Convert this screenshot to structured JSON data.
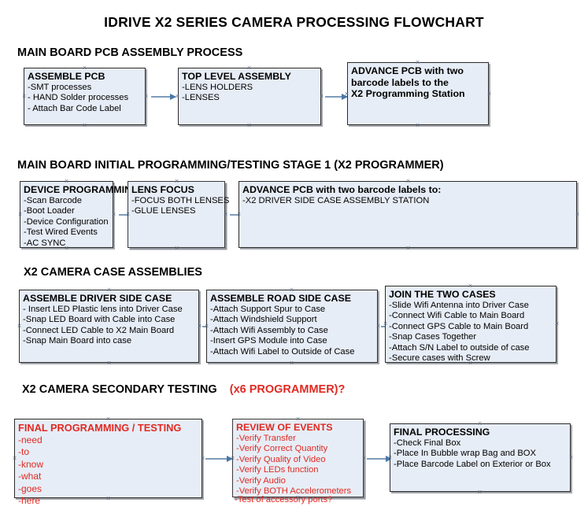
{
  "document": {
    "title": "IDRIVE X2  SERIES CAMERA PROCESSING FLOWCHART",
    "accent_red": "#e02a23",
    "box_fill": "#e7edf6",
    "connector_color": "#7e9cbb"
  },
  "sections": [
    {
      "id": "main-board-pcb-assembly",
      "label": "MAIN BOARD PCB ASSEMBLY PROCESS"
    },
    {
      "id": "main-board-initial-programming",
      "label": "MAIN BOARD INITIAL PROGRAMMING/TESTING STAGE 1 (X2 PROGRAMMER)"
    },
    {
      "id": "x2-camera-case-assemblies",
      "label": "X2 CAMERA CASE ASSEMBLIES"
    },
    {
      "id": "x2-camera-secondary-testing",
      "label": "X2 CAMERA SECONDARY TESTING",
      "label_red": "(x6 PROGRAMMER)?"
    }
  ],
  "boxes": {
    "assemble_pcb": {
      "heading": "ASSEMBLE PCB",
      "lines": [
        "-SMT processes",
        "- HAND Solder processes",
        "- Attach Bar Code Label"
      ]
    },
    "top_level_assembly": {
      "heading": "TOP LEVEL ASSEMBLY",
      "lines": [
        "-LENS HOLDERS",
        "-LENSES"
      ]
    },
    "advance_pcb_station": {
      "heading": "ADVANCE PCB with two",
      "line2": "barcode labels to the",
      "line3": " X2 Programming Station"
    },
    "device_programming": {
      "heading": "DEVICE PROGRAMMING",
      "lines": [
        "-Scan Barcode",
        "-Boot Loader",
        "-Device Configuration",
        "-Test Wired Events",
        "-AC SYNC"
      ]
    },
    "lens_focus": {
      "heading": "LENS FOCUS",
      "lines": [
        "-FOCUS BOTH LENSES",
        "-GLUE LENSES"
      ]
    },
    "advance_pcb_driver_case": {
      "heading": "ADVANCE PCB with two barcode labels to:",
      "lines": [
        "-X2 DRIVER  SIDE  CASE  ASSEMBLY STATION"
      ]
    },
    "assemble_driver_side_case": {
      "heading": "ASSEMBLE DRIVER SIDE CASE",
      "lines": [
        "- Insert LED Plastic lens into Driver Case",
        "-Snap LED Board with Cable into Case",
        "-Connect LED Cable to X2 Main Board",
        "-Snap Main Board into case"
      ]
    },
    "assemble_road_side_case": {
      "heading": "ASSEMBLE ROAD SIDE CASE",
      "lines": [
        "-Attach Support Spur to Case",
        "-Attach Windshield Support",
        "-Attach Wifi Assembly to Case",
        "-Insert GPS Module into Case",
        "-Attach Wifi Label to Outside of Case"
      ]
    },
    "join_the_two_cases": {
      "heading": "JOIN THE TWO CASES",
      "lines": [
        "-Slide Wifi Antenna into Driver Case",
        "-Connect Wifi Cable to Main Board",
        "-Connect GPS Cable to Main Board",
        "-Snap Cases Together",
        "-Attach S/N Label to outside of case",
        "-Secure cases with Screw"
      ]
    },
    "final_programming_testing": {
      "heading": "FINAL PROGRAMMING / TESTING",
      "lines": [
        "-need",
        "-to",
        "-know",
        "-what",
        "-goes",
        "-here"
      ]
    },
    "review_of_events": {
      "heading": "REVIEW OF EVENTS",
      "lines": [
        "-Verify Transfer",
        "-Verify Correct Quantity",
        "-Verify Quality of Video",
        "-Verify LEDs function",
        "-Verify Audio",
        "-Verify BOTH Accelerometers"
      ],
      "overflow_line": "-Test of accessory ports?"
    },
    "final_processing": {
      "heading": "FINAL PROCESSING",
      "lines": [
        " -Check Final Box",
        "-Place In Bubble wrap Bag and BOX",
        "-Place Barcode Label on Exterior or Box"
      ]
    }
  }
}
